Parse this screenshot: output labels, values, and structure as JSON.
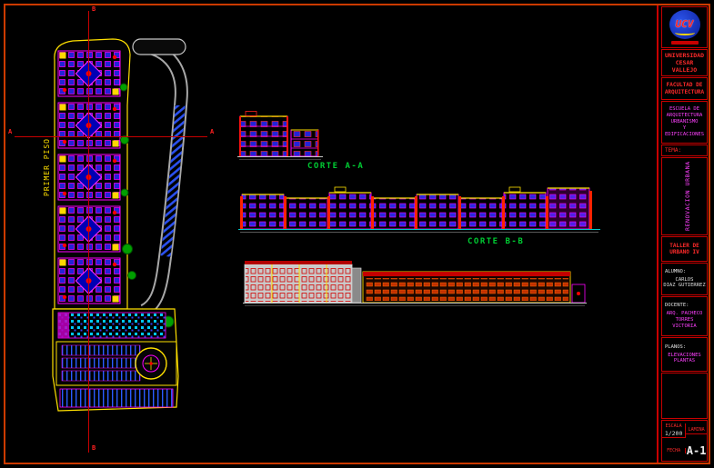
{
  "sheet": {
    "background": "#000000",
    "frame_color": "#cc3a00"
  },
  "colors": {
    "cad_magenta": "#ff00ff",
    "cad_yellow": "#ffe000",
    "cad_blue": "#2323d6",
    "cad_red": "#ff0000",
    "cad_green": "#00a000",
    "label_green": "#00cc33",
    "border_red": "#c80000"
  },
  "plan": {
    "floor_label": "PRIMER PISO",
    "axis_b_top": "B",
    "axis_b_bottom": "B",
    "axis_a_left": "A",
    "axis_a_right": "A"
  },
  "elevations": {
    "corte_aa": "CORTE A-A",
    "corte_bb": "CORTE B-B"
  },
  "title_block": {
    "logo_acronym": "UCV",
    "university": "UNIVERSIDAD\nCESAR\nVALLEJO",
    "faculty": "FACULTAD DE\nARQUITECTURA",
    "school": "ESCUELA DE\nARQUITECTURA\nURBANISMO\nY EDIFICACIONES",
    "tema_label": "TEMA:",
    "tema_value": "RENOVACION URBANA",
    "course": "TALLER DE\nURBANO IV",
    "student_label": "ALUMNO:",
    "student_name": "CARLOS\nDIAZ GUTIERREZ",
    "teacher_label": "DOCENTE:",
    "teacher_name": "ARQ. PACHECO\nTORRES VICTORIA",
    "plans_label": "PLANOS:",
    "plans_value": "ELEVACIONES\nPLANTAS",
    "scale_label": "ESCALA",
    "scale_value": "1/200",
    "date_label": "FECHA",
    "lamina_label": "LAMINA",
    "sheet_number": "A-1"
  }
}
